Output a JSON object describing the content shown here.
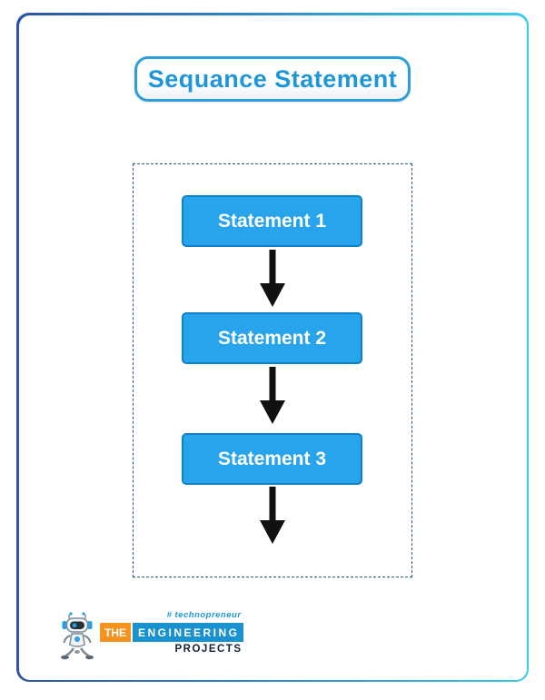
{
  "title": {
    "label": "Sequance Statement"
  },
  "diagram": {
    "type": "flowchart-sequence",
    "statements": [
      {
        "label": "Statement 1"
      },
      {
        "label": "Statement 2"
      },
      {
        "label": "Statement 3"
      }
    ],
    "connector": "arrow-down-icon"
  },
  "logo": {
    "tagline": "# technopreneur",
    "word_the": "THE",
    "word_engineering": "ENGINEERING",
    "word_projects": "PROJECTS",
    "icon": "robot-icon"
  },
  "colors": {
    "statement_fill": "#28a4ec",
    "statement_border": "#1080c8",
    "statement_text": "#ffffff",
    "title_text": "#1e96d8",
    "title_border": "#2d9edb",
    "dashed_border": "#2a5488",
    "arrow": "#111111",
    "page_border_gradient_left": "#2b55a4",
    "page_border_gradient_right": "#35cdec",
    "logo_orange": "#f6921e",
    "logo_blue": "#1b92d0",
    "logo_dark": "#13233f"
  }
}
